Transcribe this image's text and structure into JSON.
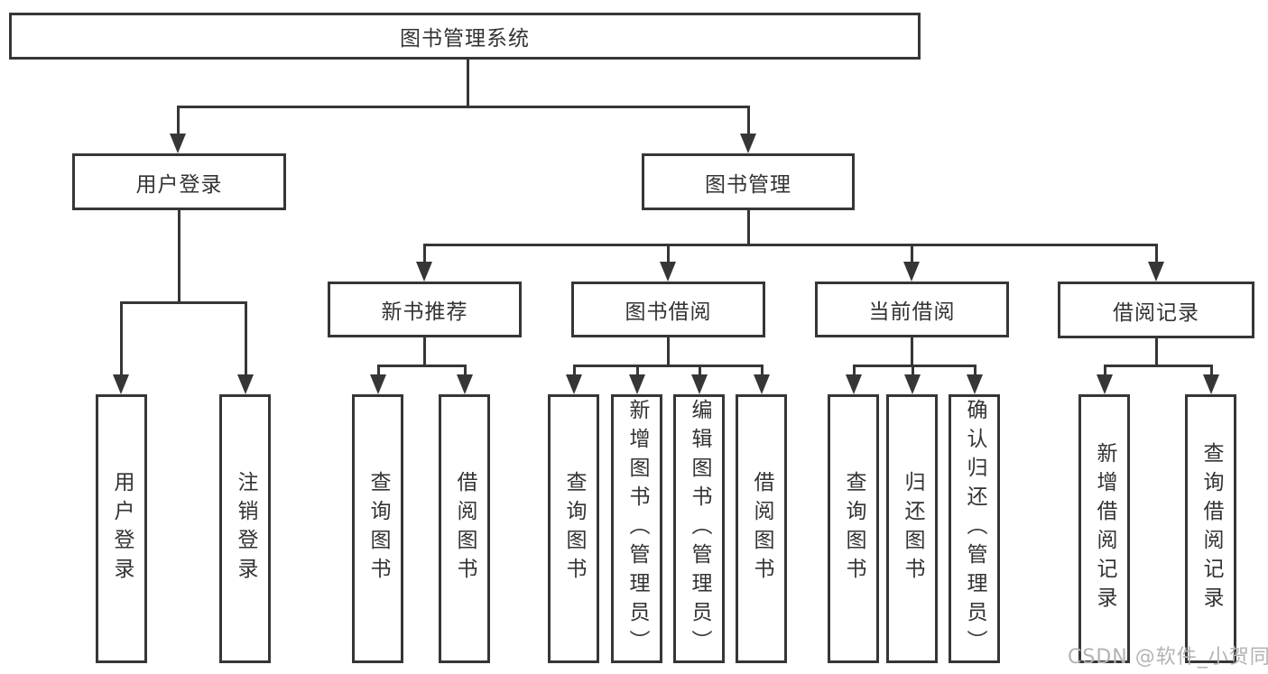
{
  "tree": {
    "root": {
      "label": "图书管理系统"
    },
    "branches": [
      {
        "label": "用户登录",
        "children": [
          {
            "label": "用户登录"
          },
          {
            "label": "注销登录"
          }
        ]
      },
      {
        "label": "图书管理",
        "children": [
          {
            "label": "新书推荐",
            "children": [
              {
                "label": "查询图书"
              },
              {
                "label": "借阅图书"
              }
            ]
          },
          {
            "label": "图书借阅",
            "children": [
              {
                "label": "查询图书"
              },
              {
                "label": "新增图书（管理员）"
              },
              {
                "label": "编辑图书（管理员）"
              },
              {
                "label": "借阅图书"
              }
            ]
          },
          {
            "label": "当前借阅",
            "children": [
              {
                "label": "查询图书"
              },
              {
                "label": "归还图书"
              },
              {
                "label": "确认归还（管理员）"
              }
            ]
          },
          {
            "label": "借阅记录",
            "children": [
              {
                "label": "新增借阅记录"
              },
              {
                "label": "查询借阅记录"
              }
            ]
          }
        ]
      }
    ]
  },
  "watermark": "CSDN @软件_小贺同学",
  "colors": {
    "line": "#363636",
    "box_border": "#363636",
    "text": "#333333",
    "background": "#ffffff",
    "watermark": "#b3b3b3"
  }
}
